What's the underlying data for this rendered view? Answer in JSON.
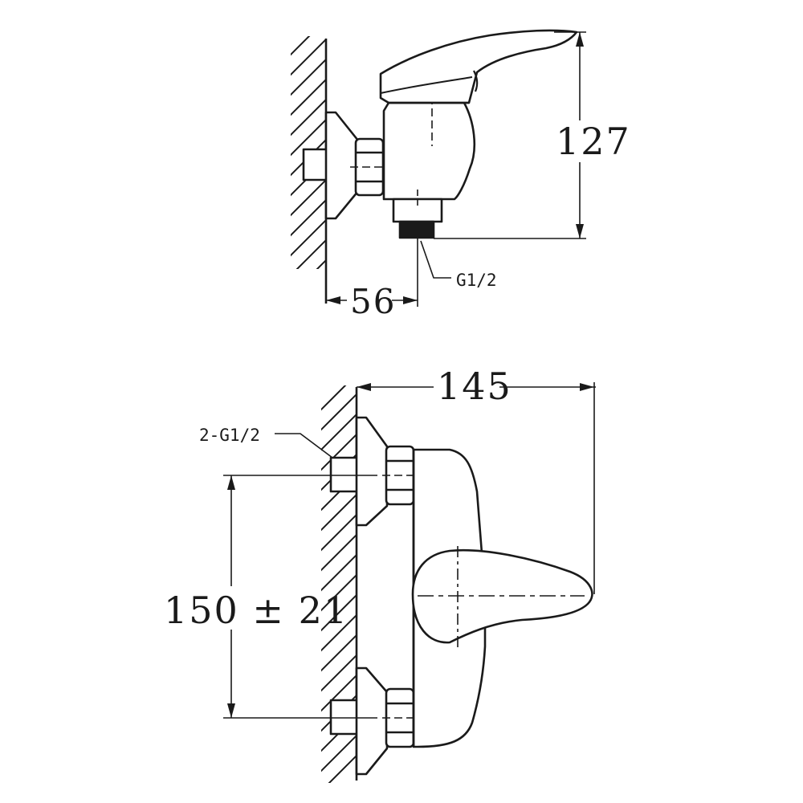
{
  "side_view": {
    "dim_height": "127",
    "dim_depth": "56",
    "outlet_thread": "G1/2"
  },
  "front_view": {
    "dim_width": "145",
    "inlet_thread": "2-G1/2",
    "dim_center_distance": "150 ± 21"
  },
  "colors": {
    "line": "#1a1a1a",
    "background": "#ffffff"
  }
}
